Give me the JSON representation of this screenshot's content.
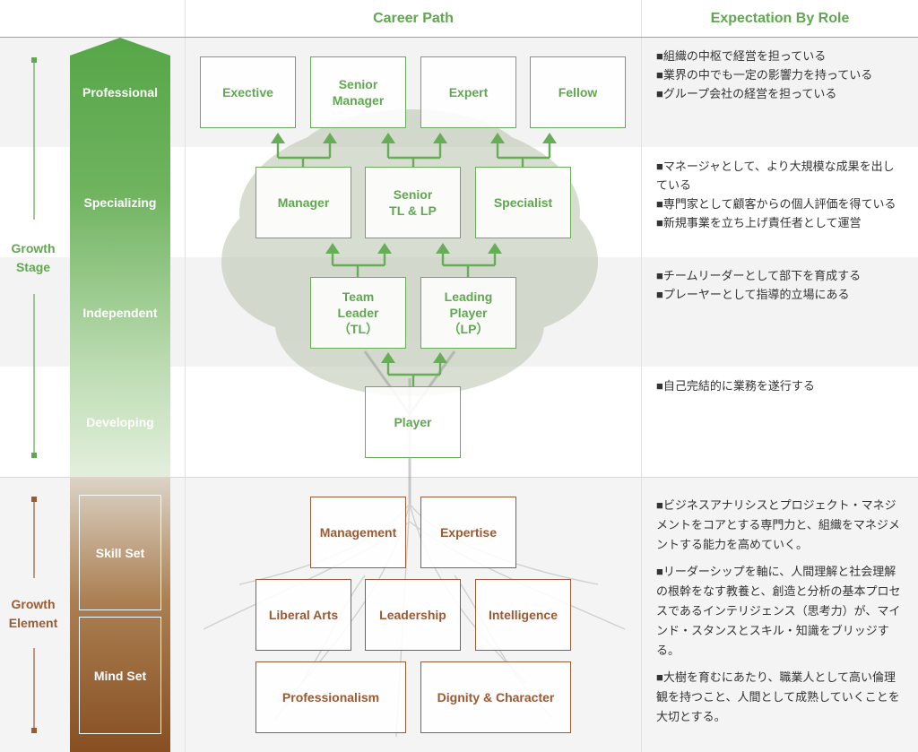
{
  "header": {
    "career_path": "Career Path",
    "expectation": "Expectation By Role"
  },
  "growth_stage": {
    "label": "Growth\nStage",
    "stages": [
      "Professional",
      "Specializing",
      "Independent",
      "Developing"
    ]
  },
  "growth_element": {
    "label": "Growth\nElement",
    "items": [
      "Skill Set",
      "Mind Set"
    ]
  },
  "career": {
    "professional": [
      "Exective",
      "Senior\nManager",
      "Expert",
      "Fellow"
    ],
    "specializing": [
      "Manager",
      "Senior\nTL & LP",
      "Specialist"
    ],
    "independent": [
      "Team\nLeader\n（TL）",
      "Leading\nPlayer\n（LP）"
    ],
    "developing": [
      "Player"
    ]
  },
  "elements": {
    "skill": [
      "Management",
      "Expertise"
    ],
    "liberal": [
      "Liberal Arts",
      "Leadership",
      "Intelligence"
    ],
    "mind": [
      "Professionalism",
      "Dignity & Character"
    ]
  },
  "expectations": {
    "professional": [
      "■組織の中枢で経営を担っている",
      "■業界の中でも一定の影響力を持っている",
      "■グループ会社の経営を担っている"
    ],
    "specializing": [
      "■マネージャとして、より大規模な成果を出している",
      "■専門家として顧客からの個人評価を得ている",
      "■新規事業を立ち上げ責任者として運営"
    ],
    "independent": [
      "■チームリーダーとして部下を育成する",
      "■プレーヤーとして指導的立場にある"
    ],
    "developing": [
      "■自己完結的に業務を遂行する"
    ],
    "element": [
      "■ビジネスアナリシスとプロジェクト・マネジメントをコアとする専門力と、組織をマネジメントする能力を高めていく。",
      "■リーダーシップを軸に、人間理解と社会理解の根幹をなす教養と、創造と分析の基本プロセスであるインテリジェンス（思考力）が、マインド・スタンスとスキル・知識をブリッジする。",
      "■大樹を育むにあたり、職業人として高い倫理観を持つこと、人間として成熟していくことを大切とする。"
    ]
  },
  "colors": {
    "green": "#5fa84f",
    "brown": "#9a5a34"
  }
}
